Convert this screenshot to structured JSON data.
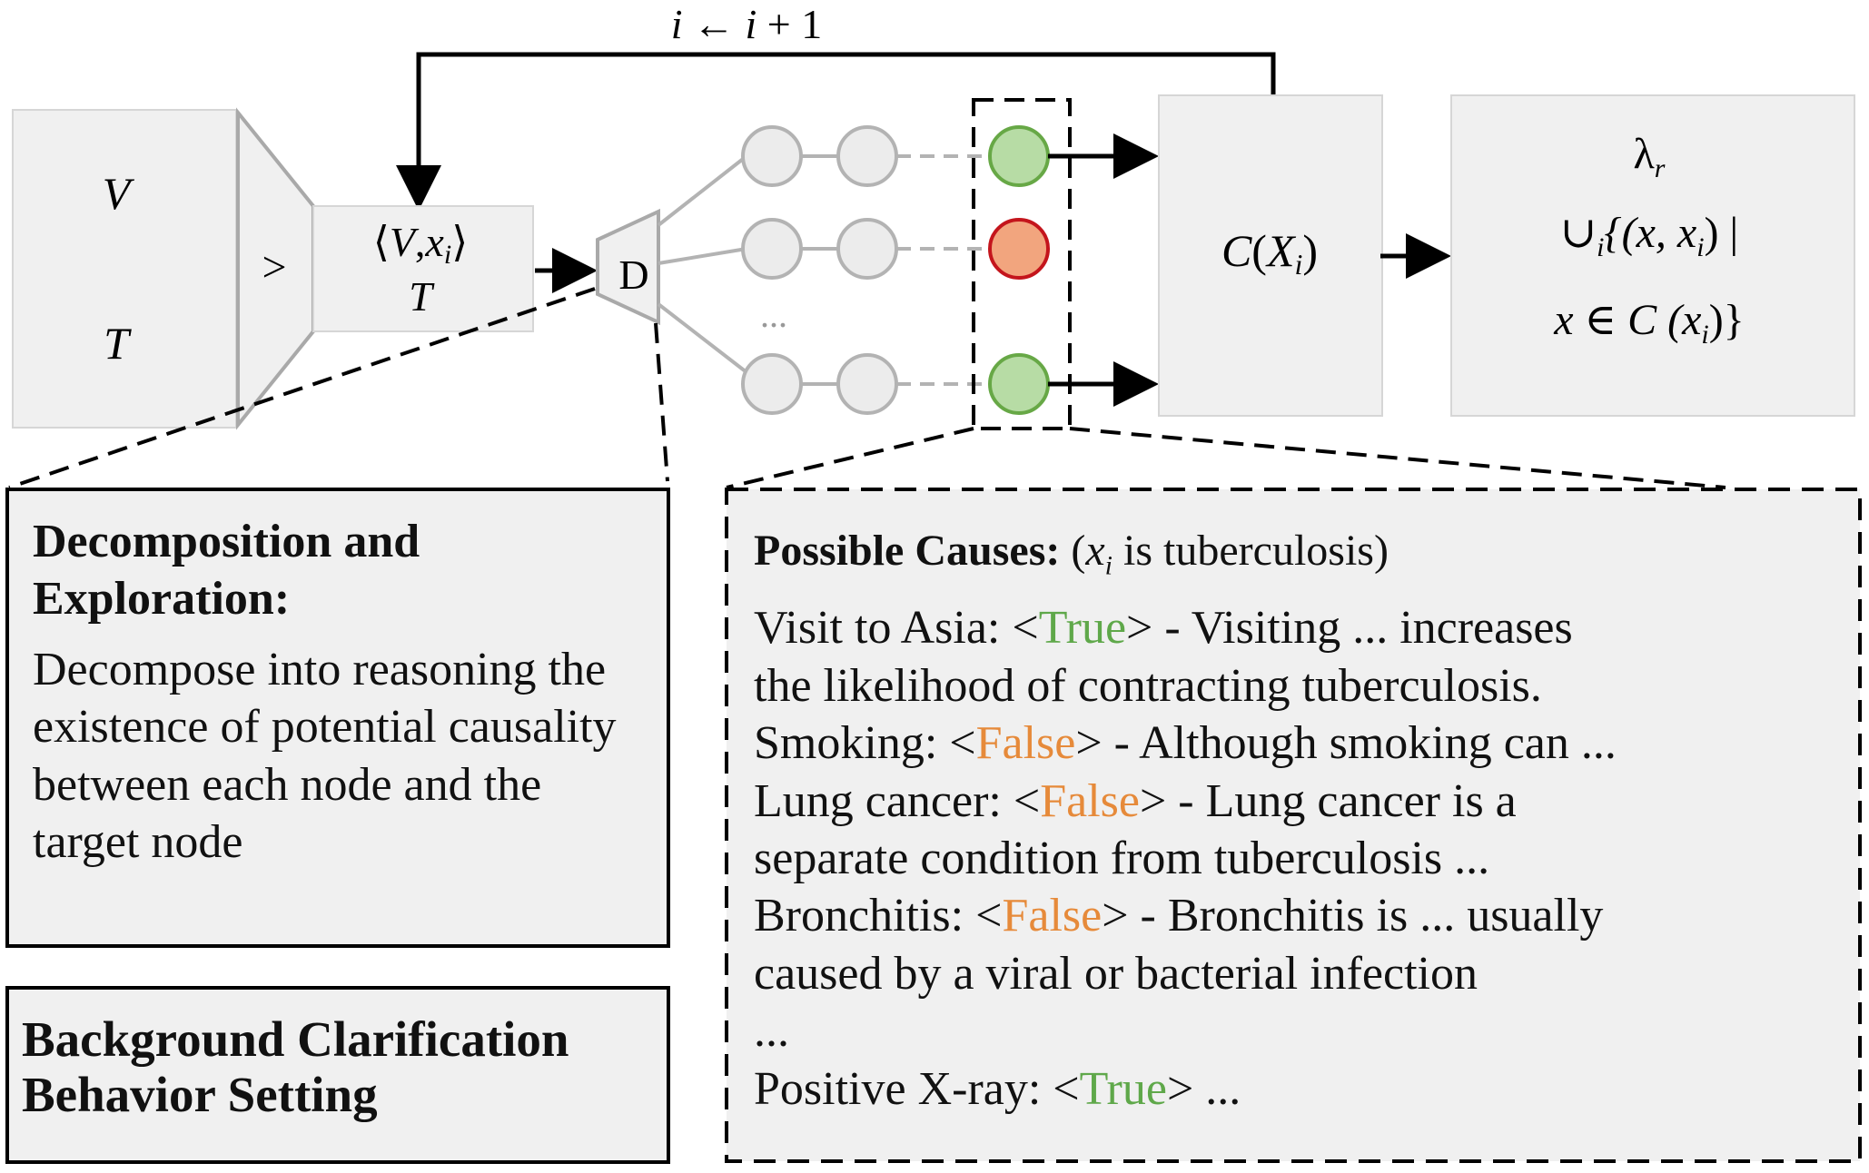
{
  "loop_label": {
    "i": "i",
    "arrow": "←",
    "rhs_i": "i",
    "plus_one": "+ 1"
  },
  "input_box": {
    "v": "V",
    "t": "T",
    "gt": ">"
  },
  "pair_box": {
    "line1_open": "⟨",
    "line1_v": "V",
    "line1_comma": ",",
    "line1_x": "x",
    "line1_sub": "i",
    "line1_close": "⟩",
    "line2_t": "T"
  },
  "decompose_label": "D",
  "ellipsis_mid": "...",
  "cause_box": {
    "c": "C",
    "open": "(",
    "x": "X",
    "sub": "i",
    "close": ")"
  },
  "result_box": {
    "lambda": "λ",
    "lambda_sub": "r",
    "line2": "∪",
    "line2_sub": "i",
    "line2_rest": "{(x, x",
    "line2_rest_sub": "i",
    "line2_end": ") |",
    "line3": "x ∈ C (x",
    "line3_sub": "i",
    "line3_end": ")}"
  },
  "nodes": {
    "colors": {
      "gray_fill": "#ececec",
      "gray_stroke": "#b3b3b3",
      "green_fill": "#b7dca5",
      "green_stroke": "#67a846",
      "red_fill": "#f2a57e",
      "red_stroke": "#c4151c"
    }
  },
  "panel_decomposition": {
    "title": "Decomposition and Exploration:",
    "body": "Decompose into reasoning the existence of potential causality between each node and the target node"
  },
  "panel_background": {
    "title_line1": "Background Clarification",
    "title_line2": "Behavior Setting"
  },
  "panel_causes": {
    "title": "Possible Causes:",
    "title_paren_open": "(",
    "title_x": "x",
    "title_sub": "i",
    "title_rest": " is tuberculosis)",
    "lines": [
      {
        "pre": "Visit to Asia: <",
        "val": "True",
        "kind": "true",
        "post": "> - Visiting ... increases"
      },
      {
        "pre": "the likelihood of contracting tuberculosis.",
        "val": "",
        "kind": "",
        "post": ""
      },
      {
        "pre": "Smoking: <",
        "val": "False",
        "kind": "false",
        "post": "> - Although smoking can ..."
      },
      {
        "pre": "Lung cancer: <",
        "val": "False",
        "kind": "false",
        "post": "> - Lung cancer is a"
      },
      {
        "pre": "separate condition from tuberculosis ...",
        "val": "",
        "kind": "",
        "post": ""
      },
      {
        "pre": "Bronchitis: <",
        "val": "False",
        "kind": "false",
        "post": "> - Bronchitis is ... usually"
      },
      {
        "pre": "caused by a viral or bacterial infection",
        "val": "",
        "kind": "",
        "post": ""
      },
      {
        "pre": "...",
        "val": "",
        "kind": "",
        "post": ""
      },
      {
        "pre": "Positive X-ray: <",
        "val": "True",
        "kind": "true",
        "post": "> ..."
      }
    ]
  }
}
